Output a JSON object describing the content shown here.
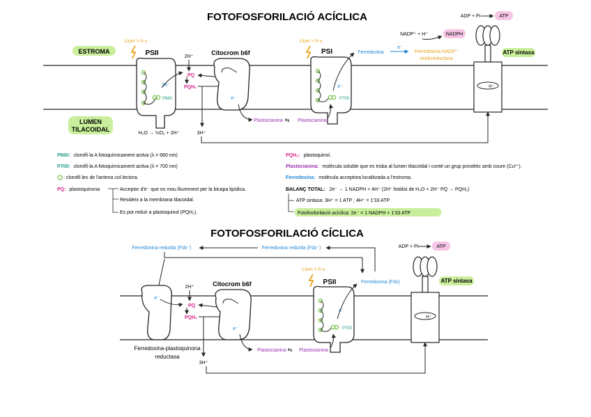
{
  "colors": {
    "green": "#c9ef9c",
    "pink": "#f7c6e6",
    "blue": "#1f86d6",
    "magenta": "#d6248f",
    "purple": "#9a2fb4",
    "teal": "#1a9a86",
    "orange": "#e9a31a",
    "yellow_hl": "#f3f38a",
    "dot_green": "#6fbf3a"
  },
  "acyclic": {
    "title": "FOTOFOSFORILACIÓ ACÍCLICA",
    "estroma": "ESTROMA",
    "lumen_line1": "LUMEN",
    "lumen_line2": "TILACOIDAL",
    "light1": "Llum = h·v",
    "light2": "Llum = h·v",
    "psii": "PSII",
    "psi": "PSI",
    "citocrom": "Citocrom b6f",
    "h2_top": "2H⁺",
    "pq": "PQ",
    "pqh2": "PQH₂",
    "e_psii": "2e⁻",
    "p680": "P680",
    "e_cit": "e⁻",
    "e_psi": "e⁻",
    "p700": "P700",
    "water": "H₂O → ½O₂ + 2H⁺",
    "h3_bottom": "3H⁺",
    "plasto1": "Plastocianina",
    "plasto2": "Plastocianina",
    "ferredoxina": "Ferredoxina",
    "e_fd": "e⁻",
    "fnr_line1": "Ferredoxina NADP⁺",
    "fnr_line2": "oxidoreductasa",
    "nadp": "NADP⁺ + H⁺",
    "nadph": "NADPH",
    "adp": "ADP + Pi",
    "atp": "ATP",
    "atp_sintasa": "ATP sintasa",
    "h_atp": "H⁺"
  },
  "legend": {
    "p680_key": "P680:",
    "p680_text": "clorofil·la A fotoquímicament activa (λ = 680 nm)",
    "p700_key": "P700:",
    "p700_text": "clorofil·la A fotoquímicament activa (λ = 700 nm)",
    "antenna_text": ": clorofil·les de l'antena col·lectora.",
    "pq_key": "PQ:",
    "pq_text": "plastoquinona",
    "pq_b1": "Acceptor d'e⁻ que es mou lliurement per la bicapa lipídica.",
    "pq_b2": "Resideix a la membrana tilacoidal.",
    "pq_b3": "Es pot reduir a plastoquinol (PQH₂).",
    "pqh2_key": "PQH₂:",
    "pqh2_text": "plastoquinol.",
    "plasto_key": "Plastocianina:",
    "plasto_text": "molècula soluble que es troba al lumen tilacoïdal i conté un grup prostètic amb coure (Cu²⁺).",
    "ferre_key": "Ferredoxina:",
    "ferre_text": "molècula acceptora localitzada a l'estroma.",
    "balanc_key": "BALANÇ TOTAL:",
    "balanc_text": "2e⁻ → 1 NADPH + 4H⁺ (2H⁺ fotòlisi de H₂O + 2H⁺ PQ → PQH₂)",
    "atp_line": "ATP sintasa: 3H⁺ = 1 ATP ; 4H⁺ = 1'33 ATP",
    "result_line": "Fotofosforilació acíclica: 2e⁻ = 1 NADPH + 1'33 ATP"
  },
  "cyclic": {
    "title": "FOTOFOSFORILACIÓ CÍCLICA",
    "fdx1": "Ferredoxina reduïda (Fdx⁻)",
    "fdx2": "Ferredoxina reduïda (Fdx⁻)",
    "fdx3": "Ferredoxina (Fdx)",
    "light": "Llum = h·v",
    "psii": "PSII",
    "citocrom": "Citocrom b6f",
    "h2_top": "2H⁺",
    "pq": "PQ",
    "pqh2": "PQH₂",
    "e_fqr": "e⁻",
    "e_cit": "e⁻",
    "e_ps": "e⁻",
    "p700": "P700",
    "fqr_line1": "Ferredoxina-plastoquinona",
    "fqr_line2": "reductasa",
    "h3_bottom": "3H⁺",
    "plasto1": "Plastocianina",
    "plasto2": "Plastocianina",
    "adp": "ADP + Pi",
    "atp": "ATP",
    "atp_sintasa": "ATP sintasa",
    "h_atp": "H⁺"
  }
}
